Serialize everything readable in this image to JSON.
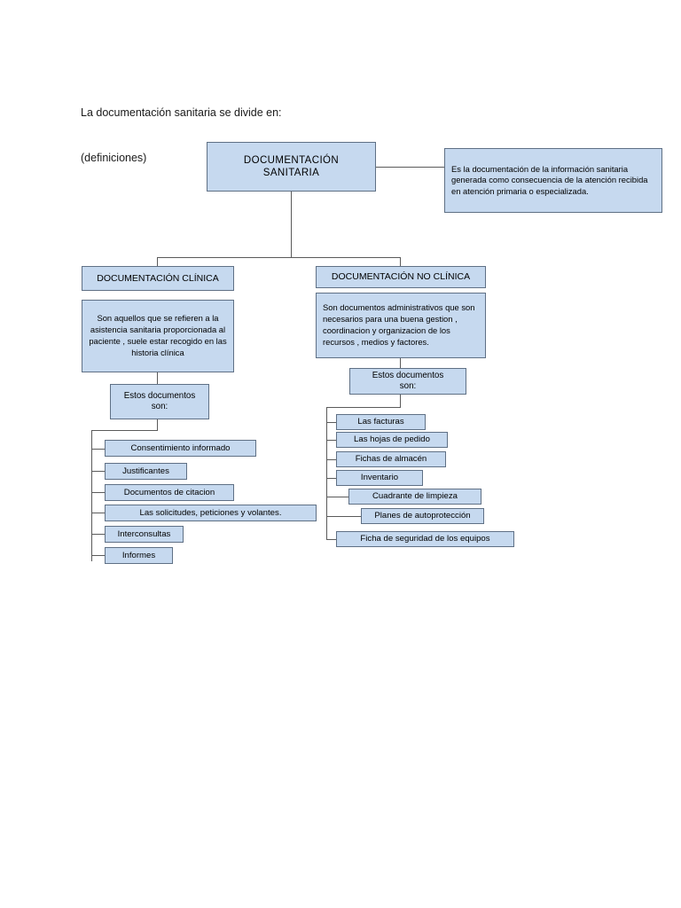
{
  "heading": {
    "line1": "La documentación sanitaria se divide en:",
    "line2": "(definiciones)"
  },
  "colors": {
    "box_fill": "#c6d9ef",
    "box_border": "#5f7085",
    "connector": "#5a5a5a",
    "page_background": "#ffffff",
    "text": "#000000"
  },
  "diagram": {
    "root": {
      "label": "DOCUMENTACIÓN\nSANITARIA",
      "line1": "DOCUMENTACIÓN",
      "line2": "SANITARIA"
    },
    "root_definition": {
      "text": "Es la documentación de la información sanitaria generada como consecuencia de la atención recibida en atención primaria o especializada."
    },
    "branches": [
      {
        "id": "clinica",
        "header": "DOCUMENTACIÓN CLÍNICA",
        "definition": "Son aquellos que se refieren a la asistencia sanitaria proporcionada al paciente , suele estar recogido en las historia clínica",
        "list_intro_line1": "Estos documentos",
        "list_intro_line2": "son:",
        "items": [
          "Consentimiento informado",
          "Justificantes",
          "Documentos de citacion",
          "Las solicitudes, peticiones y volantes.",
          "Interconsultas",
          "Informes"
        ]
      },
      {
        "id": "no-clinica",
        "header": "DOCUMENTACIÓN NO CLÍNICA",
        "definition": "Son documentos administrativos que son necesarios para una buena gestion , coordinacion y organizacion de los recursos , medios y factores.",
        "list_intro_line1": "Estos documentos",
        "list_intro_line2": "son:",
        "items": [
          "Las facturas",
          "Las hojas de pedido",
          "Fichas de almacén",
          "Inventario",
          "Cuadrante de limpieza",
          "Planes de autoprotección",
          "Ficha de seguridad de los equipos"
        ]
      }
    ]
  }
}
